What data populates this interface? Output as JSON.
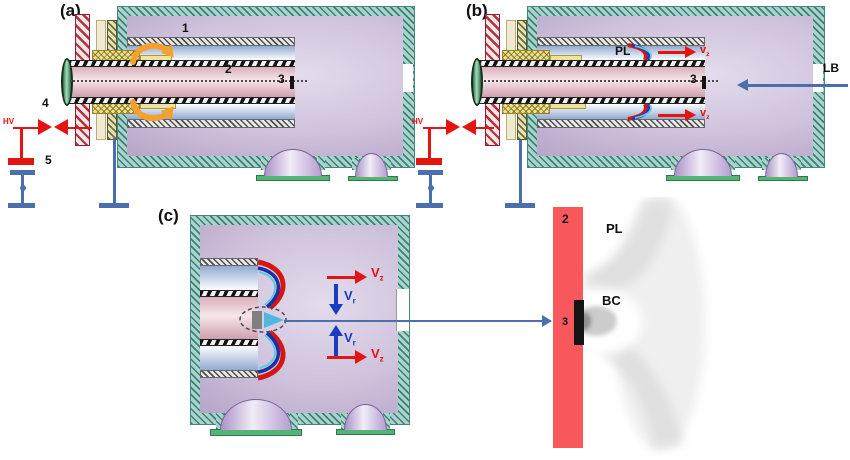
{
  "figure": {
    "panel_a": {
      "label": "(a)",
      "n1": "1",
      "n2": "2",
      "n3": "3",
      "n4": "4",
      "n5": "5",
      "hv": "HV"
    },
    "panel_b": {
      "label": "(b)",
      "hv": "HV",
      "pl": "PL",
      "n3": "3",
      "lb": "LB",
      "v": "v",
      "z": "z"
    },
    "panel_c": {
      "label": "(c)",
      "v": "V",
      "z": "z",
      "r": "r"
    },
    "photo": {
      "n2": "2",
      "n3": "3",
      "pl": "PL",
      "bc": "BC"
    }
  },
  "colors": {
    "hv_red": "#e41410",
    "gas_orange": "#f5a02c",
    "ground_blue": "#4a6fae",
    "velocity_red": "#d41810",
    "velocity_blue": "#1b3bc0",
    "plasma_arc_blue": "#2238b8",
    "plasma_arc_cyan": "#5fc8e2",
    "wall_teal": "#a8d4cc",
    "wall_hatch_teal": "#3e8077",
    "interior_purple": "#c3b2d4",
    "electrode_pink": "#ecd2d8",
    "photo_bar_red": "#f8575b",
    "dome_green": "#54b476"
  }
}
